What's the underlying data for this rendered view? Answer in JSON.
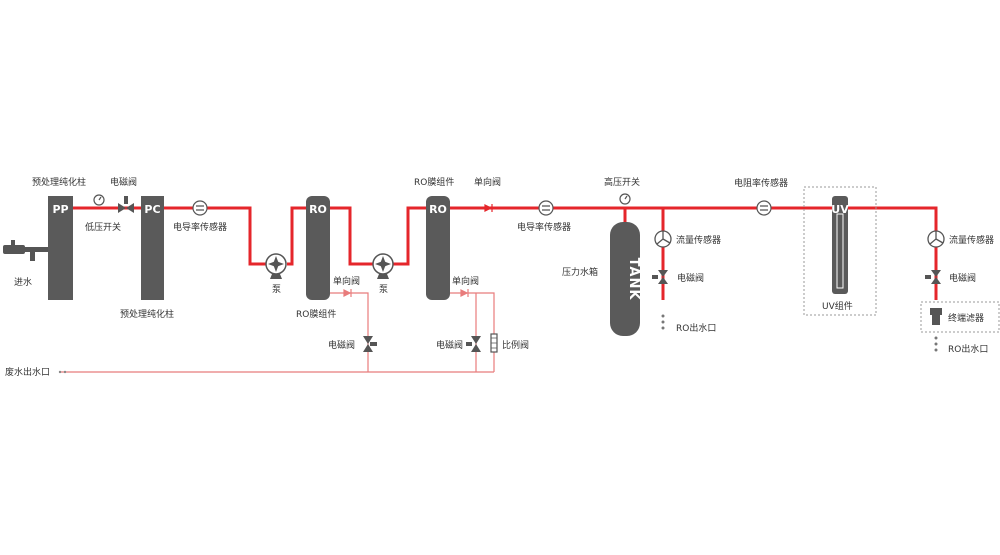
{
  "colors": {
    "pipe": "#e5262b",
    "vessel": "#5a5a5a",
    "icon": "#555555",
    "waste_line": "#e87c7c",
    "text": "#333333"
  },
  "vessels": {
    "pp": "PP",
    "pc": "PC",
    "ro1": "RO",
    "ro2": "RO",
    "uv": "UV",
    "tank": "TANK"
  },
  "labels": {
    "pretreat_top": "预处理纯化柱",
    "inlet_valve": "电磁阀",
    "low_pressure_switch": "低压开关",
    "inlet": "进水",
    "pretreat_bottom": "预处理纯化柱",
    "cond_sensor_1": "电导率传感器",
    "pump_1": "泵",
    "ro_membrane_1": "RO膜组件",
    "check_valve_1": "单向阀",
    "pump_2": "泵",
    "solenoid_waste_1": "电磁阀",
    "ro_membrane_2": "RO膜组件",
    "check_valve_top": "单向阀",
    "check_valve_2": "单向阀",
    "solenoid_waste_2": "电磁阀",
    "ratio_valve": "比例阀",
    "cond_sensor_2": "电导率传感器",
    "high_pressure_switch": "高压开关",
    "pressure_tank": "压力水箱",
    "flow_sensor_1": "流量传感器",
    "solenoid_out_1": "电磁阀",
    "ro_outlet_1": "RO出水口",
    "resistivity_sensor": "电阻率传感器",
    "uv_module": "UV组件",
    "flow_sensor_2": "流量传感器",
    "solenoid_out_2": "电磁阀",
    "terminal_filter": "终端滤器",
    "ro_outlet_2": "RO出水口",
    "waste_outlet": "废水出水口"
  }
}
